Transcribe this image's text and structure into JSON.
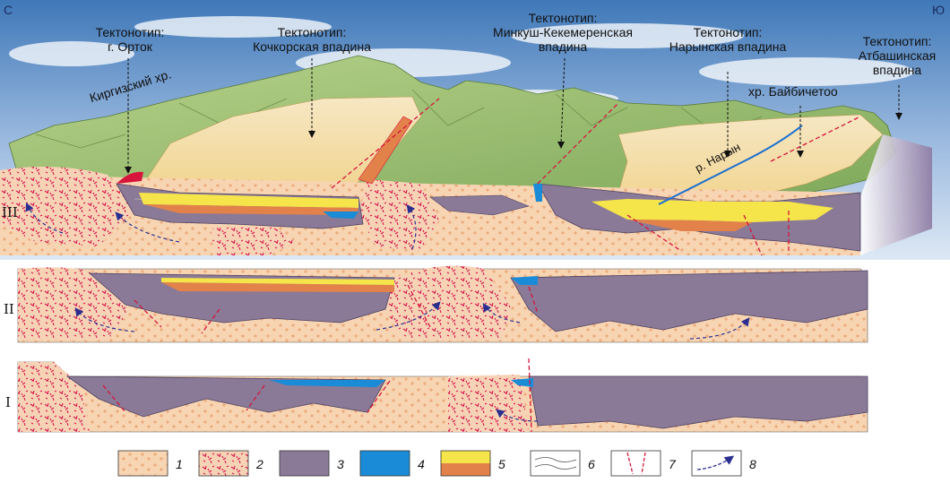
{
  "compass": {
    "north": "С",
    "south": "Ю"
  },
  "stages": {
    "s3": "III",
    "s2": "II",
    "s1": "I"
  },
  "labels": {
    "ortok": [
      "Тектонотип:",
      "г. Орток"
    ],
    "kochkor": [
      "Тектонотип:",
      "Кочкорская впадина"
    ],
    "minkush": [
      "Тектонотип:",
      "Минкуш-Кекемеренская",
      "впадина"
    ],
    "naryn_basin": [
      "Тектонотип:",
      "Нарынская впадина"
    ],
    "atbashi": [
      "Тектонотип:",
      "Атбашинская",
      "впадина"
    ],
    "kirgiz_range": "Киргизский хр.",
    "baybichetoo": "хр. Байбичетоо",
    "naryn_river": "р. Нарын"
  },
  "legend": [
    {
      "num": "1",
      "pattern": "crosses-light"
    },
    {
      "num": "2",
      "pattern": "granite-red-ticks"
    },
    {
      "num": "3",
      "pattern": "purple-fill"
    },
    {
      "num": "4",
      "pattern": "blue-fill"
    },
    {
      "num": "5",
      "pattern": "yellow-orange-layers"
    },
    {
      "num": "6",
      "pattern": "wavy-lines"
    },
    {
      "num": "7",
      "pattern": "red-dashed-faults"
    },
    {
      "num": "8",
      "pattern": "blue-dashed-arrow"
    }
  ],
  "colors": {
    "basement": "#f8d5b2",
    "granite_tick": "#d4144a",
    "purple": "#8a7a98",
    "blue": "#1a8bd6",
    "yellow": "#f5e44a",
    "orange": "#e2824a",
    "fault": "#d6143c",
    "arrow": "#2a2f8f",
    "mountain": "#9cc06a",
    "plain": "#f2ddb0"
  }
}
